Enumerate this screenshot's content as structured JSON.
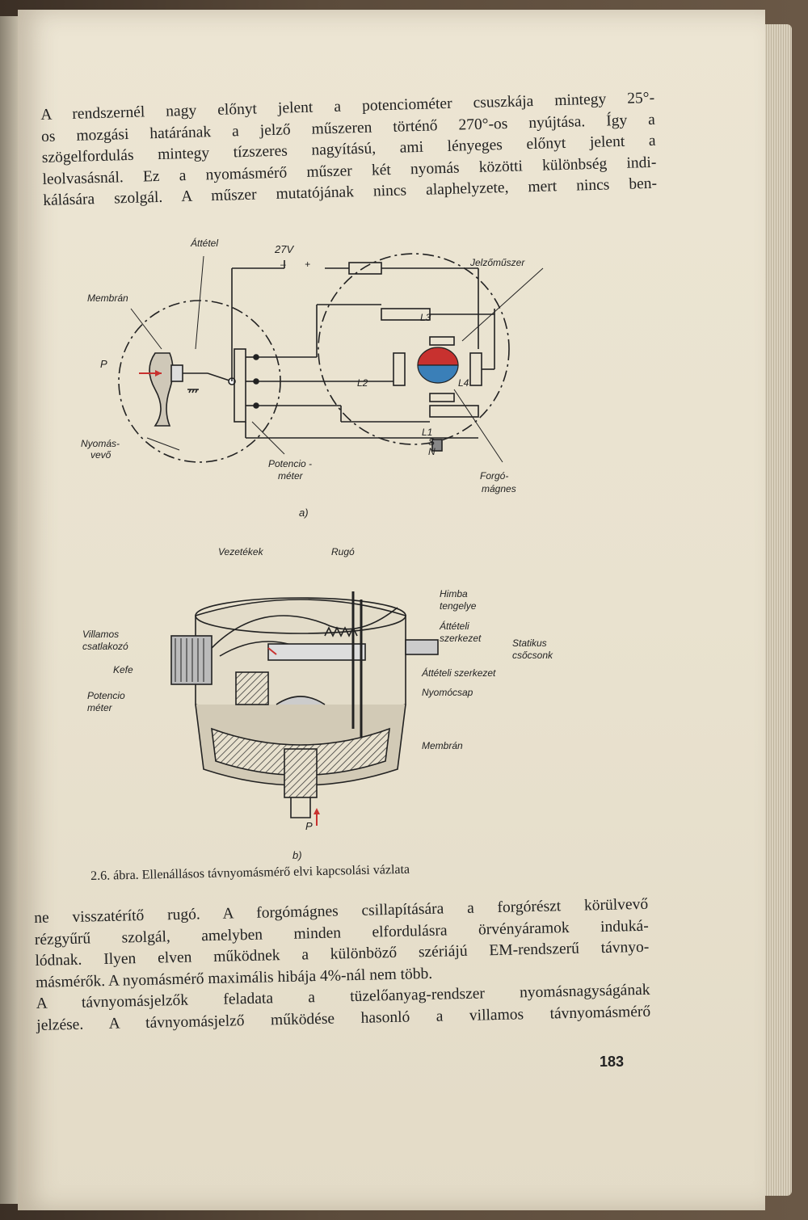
{
  "paragraph_top": [
    "A rendszernél nagy előnyt jelent a potenciométer csuszkája mintegy 25°-",
    "os mozgási határának a jelző műszeren történő 270°-os nyújtása. Így a",
    "szögelfordulás mintegy tízszeres nagyítású, ami lényeges előnyt jelent a",
    "leolvasásnál. Ez a nyomásmérő műszer két nyomás közötti különbség indi-",
    "kálására szolgál. A műszer mutatójának nincs alaphelyzete, mert nincs ben-"
  ],
  "figure_a": {
    "labels": {
      "attetel": "Áttétel",
      "voltage": "27V",
      "minus": "–",
      "plus": "+",
      "jelzomuszer": "Jelzőműszer",
      "membran": "Membrán",
      "p": "P",
      "l3": "L3",
      "l2": "L2",
      "l4": "L4",
      "l1": "L1",
      "nyomasvevo_1": "Nyomás-",
      "nyomasvevo_2": "vevő",
      "potenciometer_1": "Potencio -",
      "potenciometer_2": "méter",
      "s": "S",
      "n": "N",
      "forgomagnes_1": "Forgó-",
      "forgomagnes_2": "mágnes"
    },
    "sublabel": "a)",
    "colors": {
      "magnet_north": "#c8312f",
      "magnet_south": "#3a7fb8"
    }
  },
  "figure_b": {
    "labels": {
      "vezetekek": "Vezetékek",
      "rugo": "Rugó",
      "himba_1": "Himba",
      "himba_2": "tengelye",
      "atteteli_1a": "Áttételi",
      "atteteli_1b": "szerkezet",
      "statikus_1": "Statikus",
      "statikus_2": "csőcsonk",
      "villamos_1": "Villamos",
      "villamos_2": "csatlakozó",
      "kefe": "Kefe",
      "atteteli_2": "Áttételi szerkezet",
      "nyomocsap": "Nyomócsap",
      "potencio_1": "Potencio",
      "potencio_2": "méter",
      "membran": "Membrán",
      "p": "P"
    },
    "sublabel": "b)"
  },
  "caption": "2.6. ábra. Ellenállásos távnyomásmérő elvi kapcsolási vázlata",
  "paragraph_bottom": [
    "ne visszatérítő rugó. A forgómágnes csillapítására a forgórészt körülvevő",
    "rézgyűrű szolgál, amelyben minden elfordulásra örvényáramok induká-",
    "lódnak. Ilyen elven működnek a különböző szériájú EM-rendszerű távnyo-",
    "másmérők. A nyomásmérő maximális hibája 4%-nál nem több.",
    "A távnyomásjelzők feladata a tüzelőanyag-rendszer nyomásnagyságának",
    "jelzése. A távnyomásjelző működése hasonló a villamos távnyomásmérő"
  ],
  "page_number": "183"
}
